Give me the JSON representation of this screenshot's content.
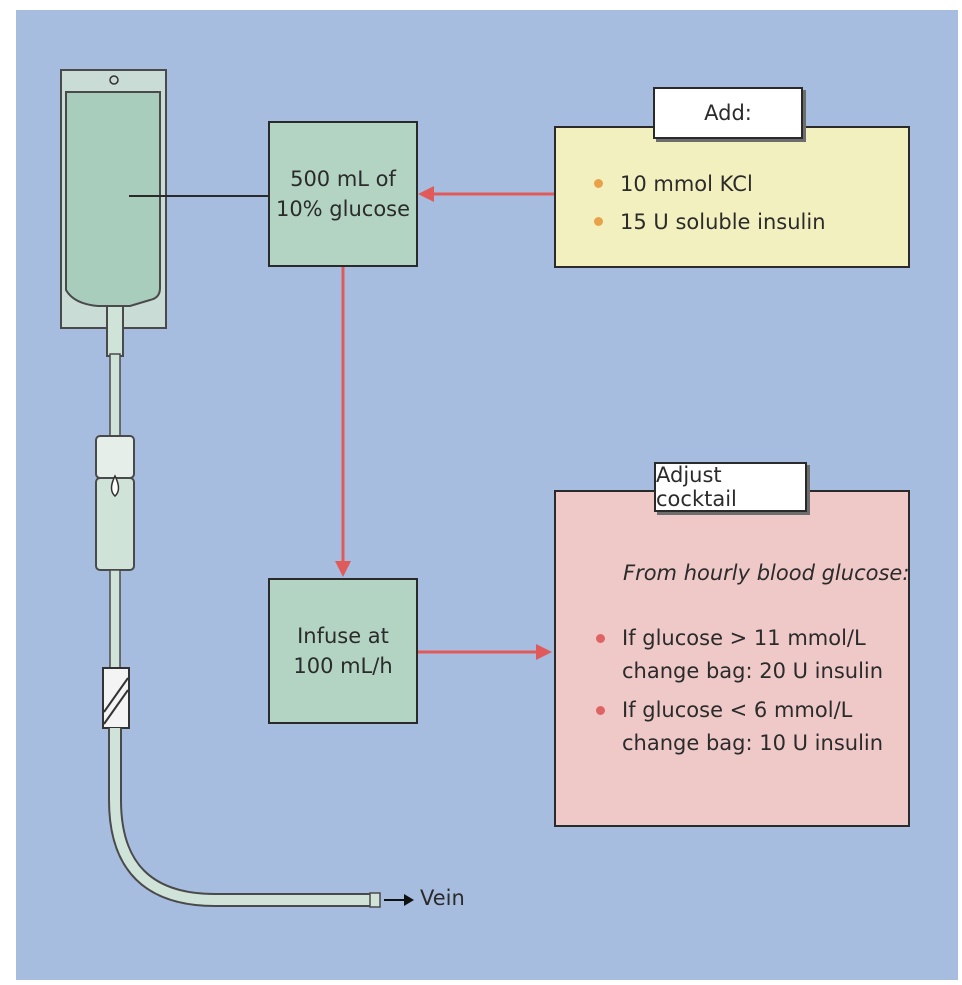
{
  "boxes": {
    "glucose": {
      "line1": "500 mL of",
      "line2": "10% glucose"
    },
    "infuse": {
      "line1": "Infuse at",
      "line2": "100 mL/h"
    }
  },
  "add_panel": {
    "tag": "Add:",
    "items": [
      "10 mmol KCl",
      "15 U soluble insulin"
    ]
  },
  "adjust_panel": {
    "tag": "Adjust cocktail",
    "intro": "From hourly blood glucose:",
    "rules": [
      {
        "condition": "If glucose > 11 mmol/L",
        "action": "change bag: 20 U insulin"
      },
      {
        "condition": "If glucose  < 6 mmol/L",
        "action": "change bag: 10 U insulin"
      }
    ]
  },
  "vein_label": "Vein",
  "colors": {
    "background": "#a7bde0",
    "green_box": "#b3d4c3",
    "yellow_box": "#f3f0bf",
    "pink_box": "#efc8c8",
    "arrow": "#e05a5a",
    "bullet_orange": "#e8a24a",
    "bullet_red": "#e06363"
  }
}
